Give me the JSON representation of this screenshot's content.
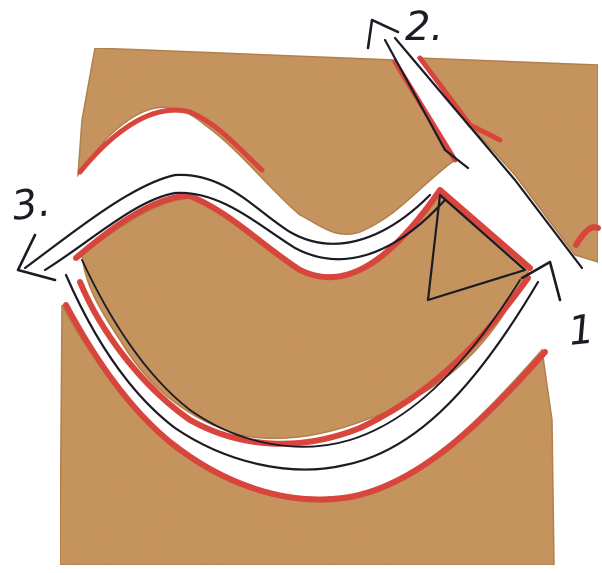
{
  "photo": {
    "cardboard_color": "#c9955e",
    "cardboard_shadow": "#b4804c",
    "edge_marker_color": "#d8453c",
    "pen_color": "#1c1a24",
    "background": "#ffffff"
  },
  "labels": {
    "step1": "1",
    "step2": "2.",
    "step3": "3."
  }
}
